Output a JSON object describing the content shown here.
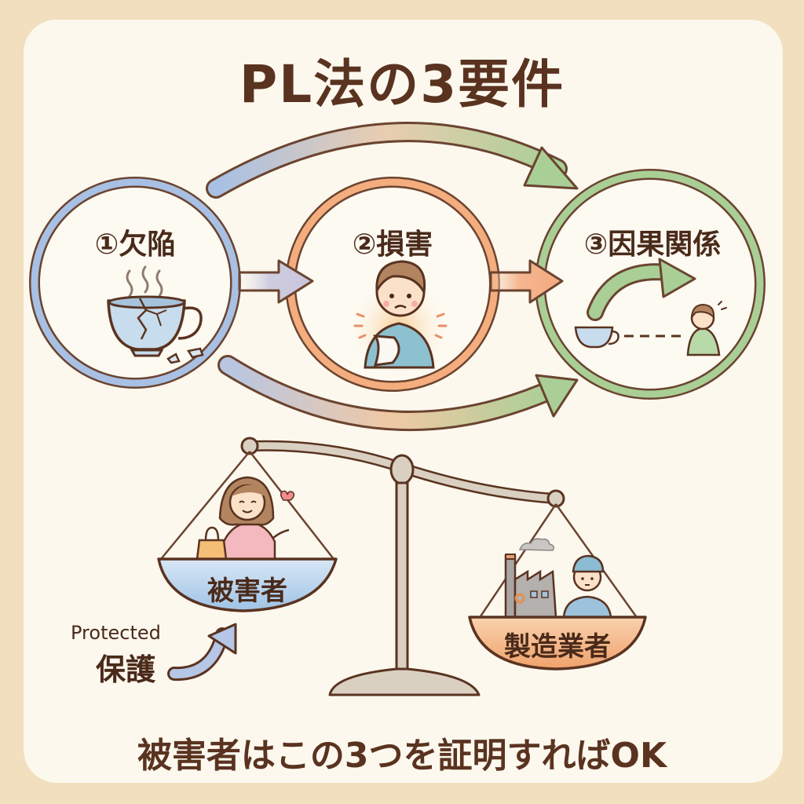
{
  "title": "PL法の3要件",
  "colors": {
    "background": "#f1dfbd",
    "card": "#fcf8ee",
    "text": "#5a3320",
    "outline": "#6b4430",
    "defect_blue": "#9db8e0",
    "damage_orange": "#f2a574",
    "causation_green": "#a9cf96"
  },
  "steps": [
    {
      "number": "①",
      "label": "①欠陥",
      "meaning": "defect",
      "icon": "broken-cup-icon"
    },
    {
      "number": "②",
      "label": "②損害",
      "meaning": "damage",
      "icon": "injured-person-icon"
    },
    {
      "number": "③",
      "label": "③因果関係",
      "meaning": "causation",
      "icon": "cup-to-person-link-icon"
    }
  ],
  "scale": {
    "left_pan": {
      "label": "被害者",
      "icon": "consumer-woman-icon"
    },
    "right_pan": {
      "label": "製造業者",
      "icon": "factory-worker-icon"
    }
  },
  "annotation": {
    "english": "Protected",
    "japanese": "保護"
  },
  "footer": "被害者はこの3つを証明すればOK"
}
